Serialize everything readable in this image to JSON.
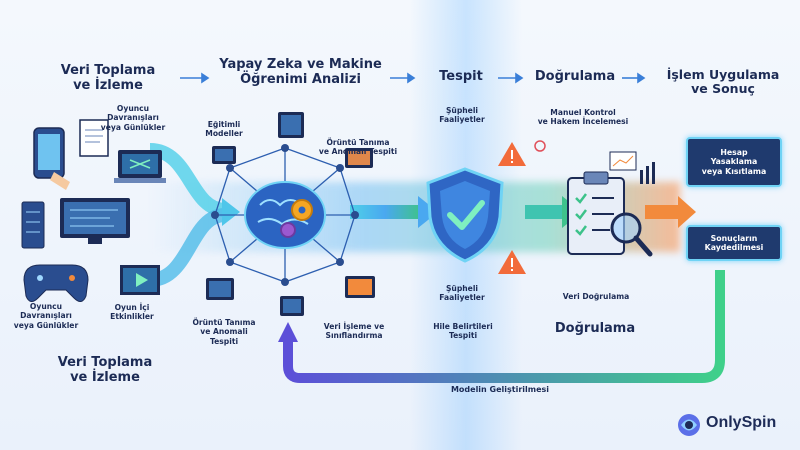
{
  "headers": {
    "col1": "Veri Toplama\nve İzleme",
    "col2": "Yapay Zeka ve Makine\nÖğrenimi Analizi",
    "col3": "Tespit",
    "col4": "Doğrulama",
    "col5": "İşlem Uygulama\nve Sonuç"
  },
  "left": {
    "oyuncu_top": "Oyuncu\nDavranışları\nveya Günlükler",
    "oyuncu_bottom": "Oyuncu\nDavranışları\nveya Günlükler",
    "oyun_ici": "Oyun İçi\nEtkinlikler",
    "bottom_title": "Veri Toplama\nve İzleme"
  },
  "ai": {
    "egitimli": "Eğitimli\nModeller",
    "oruntu_top": "Örüntü Tanıma\nve Anomali Tespiti",
    "oruntu_bottom": "Örüntü Tanıma\nve Anomali\nTespiti",
    "veri_isleme": "Veri İşleme ve\nSınıflandırma"
  },
  "detect": {
    "suphe_top": "Şüpheli\nFaaliyetler",
    "suphe_bottom": "Şüpheli\nFaaliyetler",
    "hile": "Hile Belirtileri\nTespiti"
  },
  "verify": {
    "manuel": "Manuel Kontrol\nve Hakem İncelemesi",
    "veri_dogrulama": "Veri Doğrulama",
    "bottom_title": "Doğrulama"
  },
  "result": {
    "hesap": "Hesap\nYasaklama\nveya Kısıtlama",
    "sonuclar": "Sonuçların\nKaydedilmesi"
  },
  "feedback": "Modelin Geliştirilmesi",
  "brand": {
    "name": "OnlySpin"
  },
  "colors": {
    "navy": "#1f3a6e",
    "accent": "#6fd3f5",
    "orange": "#f28a3c",
    "warning": "#f26b3a",
    "green": "#3cc28a"
  }
}
